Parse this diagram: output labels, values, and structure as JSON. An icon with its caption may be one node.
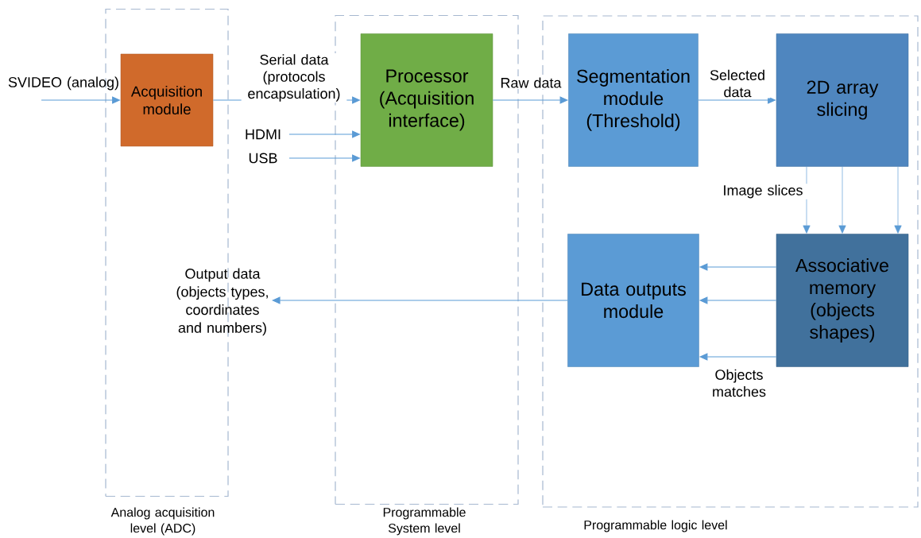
{
  "diagram": {
    "nodes": [
      {
        "text": [
          "Analog acquisition level (ADC)"
        ]
      },
      {
        "text": [
          "Programmable System level"
        ]
      },
      {
        "text": [
          "Programmable logic level"
        ]
      },
      {
        "text": [
          "SVIDEO (analog)"
        ]
      },
      {
        "text": [
          "Acquisition module"
        ],
        "in": 0
      },
      {
        "text": [
          "Processor (Acquisition interface)"
        ],
        "in": 1
      },
      {
        "text": [
          "HDMI"
        ]
      },
      {
        "text": [
          "USB"
        ]
      },
      {
        "text": [
          "Segmentation module (Threshold)"
        ],
        "in": 2
      },
      {
        "text": [
          "2D array slicing"
        ],
        "in": 2
      },
      {
        "text": [
          "Data outputs module"
        ],
        "in": 2
      },
      {
        "text": [
          "Associative memory (objects shapes)"
        ],
        "in": 2
      },
      {
        "text": [
          "Output data (objects types, coordinates and numbers)"
        ]
      }
    ],
    "edges": [
      {
        "from": 3,
        "to": 4,
        "arrow": "to"
      },
      {
        "from": 4,
        "to": 5,
        "arrow": "to",
        "label": "Serial data (protocols encapsulation)"
      },
      {
        "from": 6,
        "to": 5,
        "arrow": "to"
      },
      {
        "from": 7,
        "to": 5,
        "arrow": "to"
      },
      {
        "from": 5,
        "to": 8,
        "arrow": "to",
        "label": "Raw data"
      },
      {
        "from": 8,
        "to": 9,
        "arrow": "to",
        "label": "Selected data"
      },
      {
        "from": 9,
        "to": 11,
        "arrow": "to",
        "label": "Image slices"
      },
      {
        "from": 9,
        "to": 11,
        "arrow": "to"
      },
      {
        "from": 9,
        "to": 11,
        "arrow": "to"
      },
      {
        "from": 11,
        "to": 10,
        "arrow": "to"
      },
      {
        "from": 11,
        "to": 10,
        "arrow": "to"
      },
      {
        "from": 11,
        "to": 10,
        "arrow": "to",
        "label": "Objects matches"
      },
      {
        "from": 10,
        "to": 12,
        "arrow": "to"
      }
    ]
  }
}
